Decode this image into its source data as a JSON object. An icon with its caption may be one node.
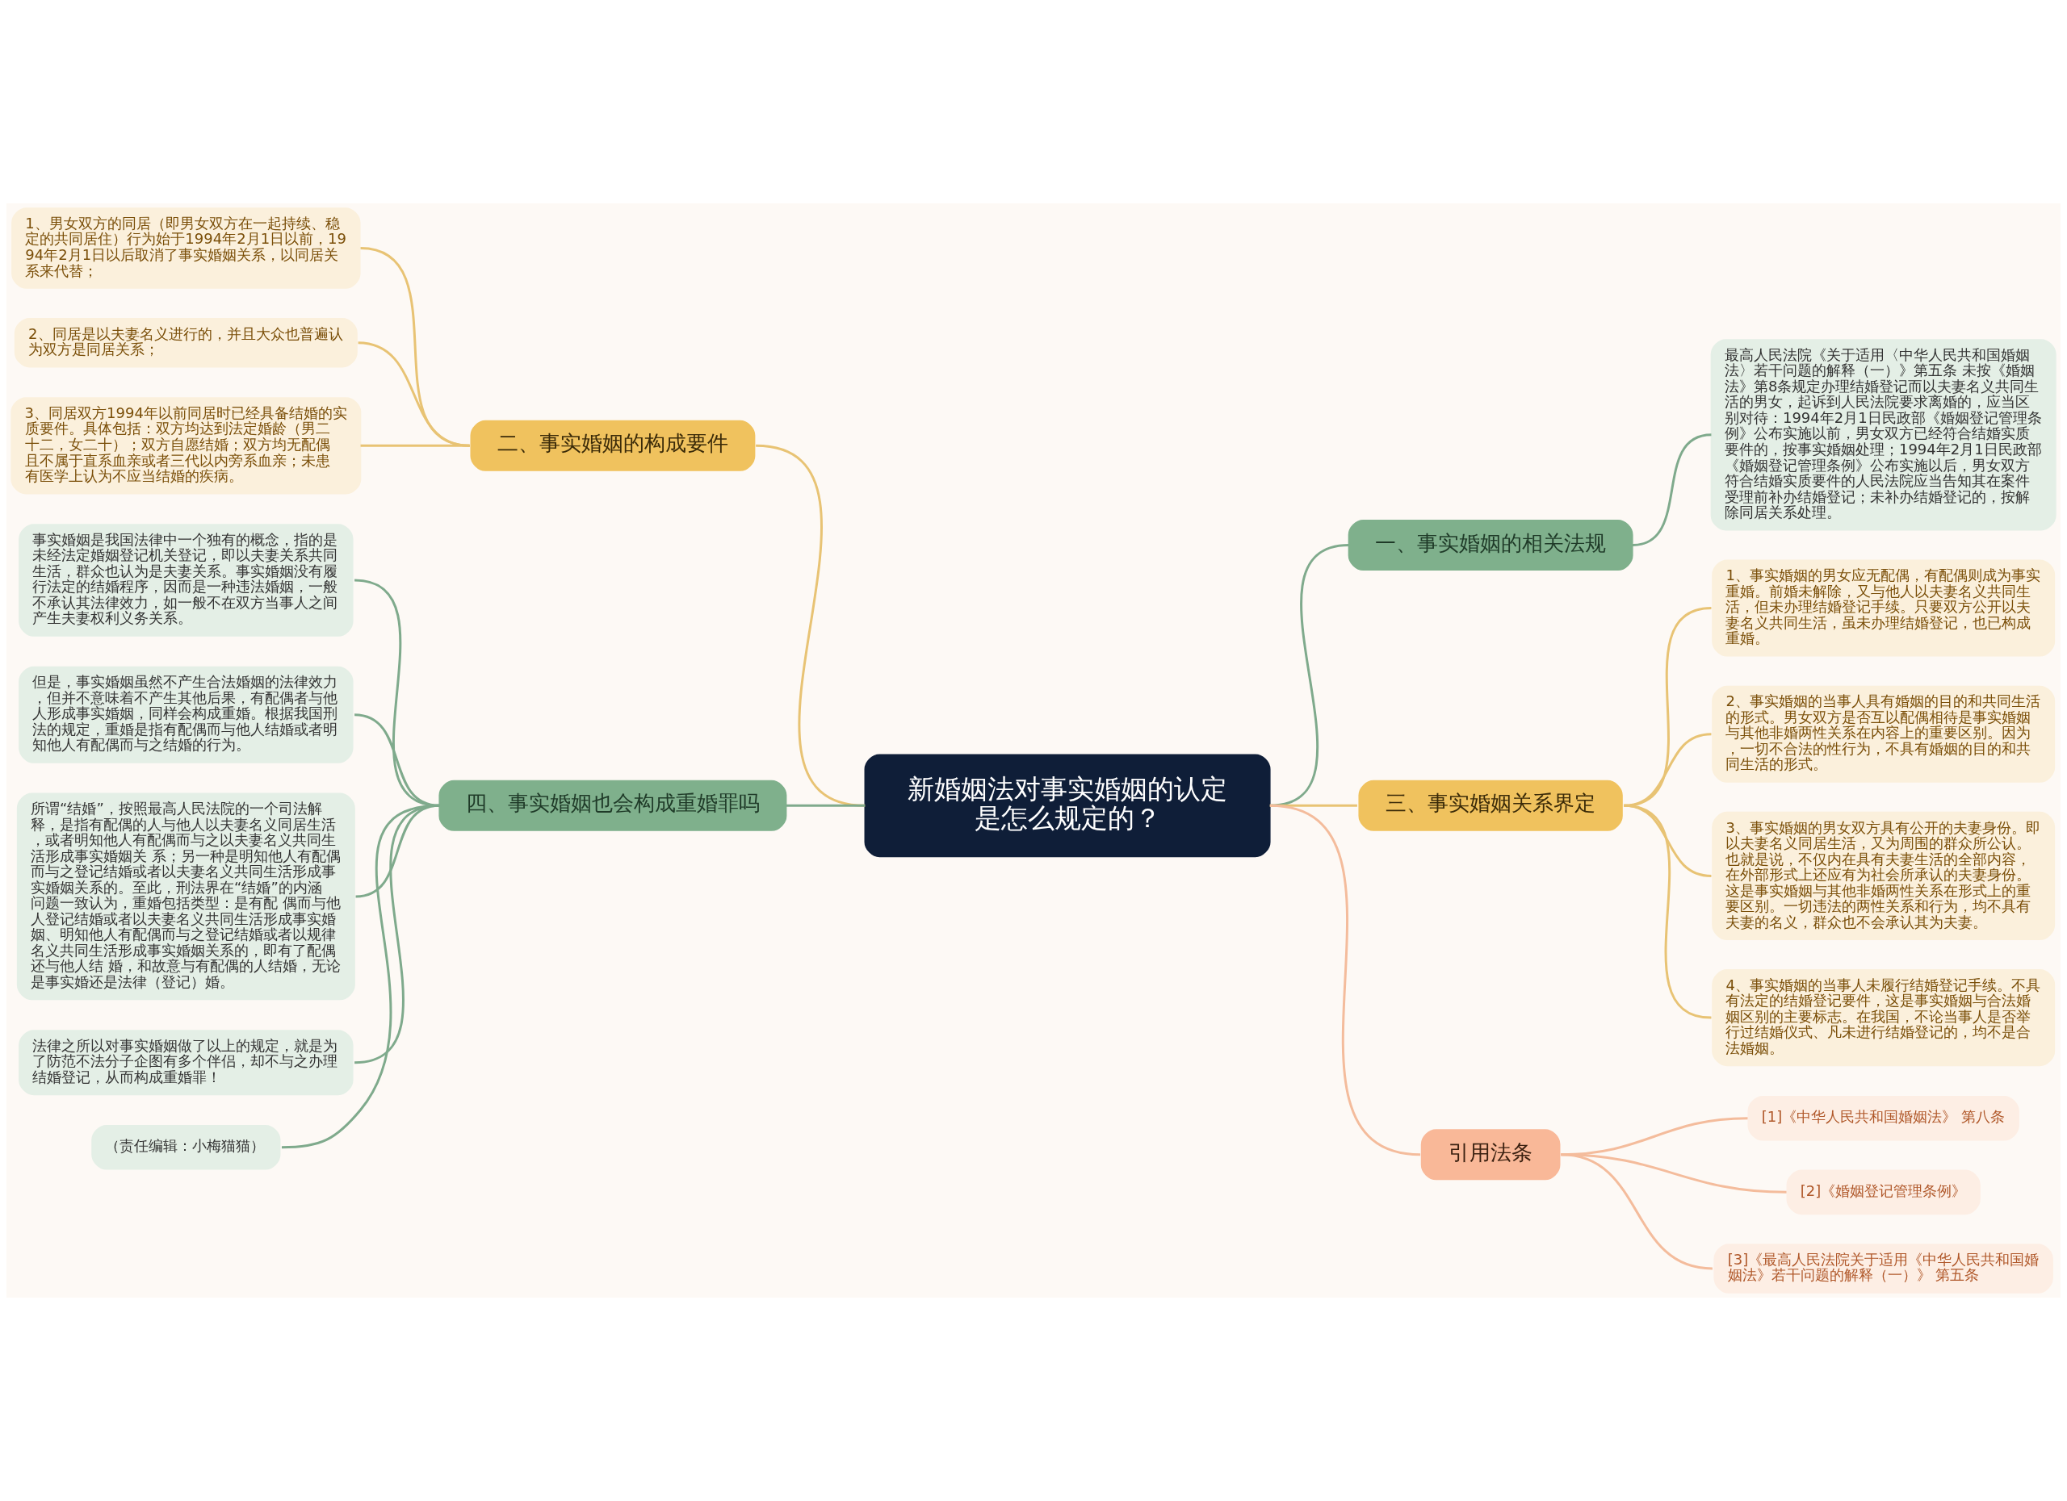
{
  "diagram": {
    "nodes": [
      {
        "text": [
          "新婚姻法对事实婚姻的认定是怎么规定的？"
        ]
      },
      {
        "text": [
          "一、事实婚姻的相关法规"
        ]
      },
      {
        "text": [
          "最高人民法院《关于适用〈中华人民共和国婚姻法〉若干问题的解释（一）》第五条 未按《婚姻法》第8条规定办理结婚登记而以夫妻名义共同生活的男女，起诉到人民法院要求离婚的，应当区别对待：1994年2月1日民政部《婚姻登记管理条例》公布实施以前，男女双方已经符合结婚实质要件的，按事实婚姻处理；1994年2月1日民政部《婚姻登记管理条例》公布实施以后，男女双方符合结婚实质要件的人民法院应当告知其在案件受理前补办结婚登记；未补办结婚登记的，按解除同居关系处理。"
        ]
      },
      {
        "text": [
          "二、事实婚姻的构成要件"
        ]
      },
      {
        "text": [
          "1、男女双方的同居（即男女双方在一起持续、稳定的共同居住）行为始于1994年2月1日以前，1994年2月1日以后取消了事实婚姻关系，以同居关系来代替；"
        ]
      },
      {
        "text": [
          "2、同居是以夫妻名义进行的，并且大众也普遍认为双方是同居关系；"
        ]
      },
      {
        "text": [
          "3、同居双方1994年以前同居时已经具备结婚的实质要件。具体包括：双方均达到法定婚龄（男二十二，女二十）；双方自愿结婚；双方均无配偶且不属于直系血亲或者三代以内旁系血亲；未患有医学上认为不应当结婚的疾病。"
        ]
      },
      {
        "text": [
          "三、事实婚姻关系界定"
        ]
      },
      {
        "text": [
          "1、事实婚姻的男女应无配偶，有配偶则成为事实重婚。前婚未解除，又与他人以夫妻名义共同生活，但未办理结婚登记手续。只要双方公开以夫妻名义共同生活，虽未办理结婚登记，也已构成重婚。"
        ]
      },
      {
        "text": [
          "2、事实婚姻的当事人具有婚姻的目的和共同生活的形式。男女双方是否互以配偶相待是事实婚姻与其他非婚两性关系在内容上的重要区别。因为，一切不合法的性行为，不具有婚姻的目的和共同生活的形式。"
        ]
      },
      {
        "text": [
          "3、事实婚姻的男女双方具有公开的夫妻身份。即以夫妻名义同居生活，又为周围的群众所公认。也就是说，不仅内在具有夫妻生活的全部内容，在外部形式上还应有为社会所承认的夫妻身份。这是事实婚姻与其他非婚两性关系在形式上的重要区别。一切违法的两性关系和行为，均不具有夫妻的名义，群众也不会承认其为夫妻。"
        ]
      },
      {
        "text": [
          "4、事实婚姻的当事人未履行结婚登记手续。不具有法定的结婚登记要件，这是事实婚姻与合法婚姻区别的主要标志。在我国，不论当事人是否举行过结婚仪式、凡未进行结婚登记的，均不是合法婚姻。"
        ]
      },
      {
        "text": [
          "四、事实婚姻也会构成重婚罪吗"
        ]
      },
      {
        "text": [
          "事实婚姻是我国法律中一个独有的概念，指的是未经法定婚姻登记机关登记，即以夫妻关系共同生活，群众也认为是夫妻关系。事实婚姻没有履行法定的结婚程序，因而是一种违法婚姻，一般不承认其法律效力，如一般不在双方当事人之间产生夫妻权利义务关系。"
        ]
      },
      {
        "text": [
          "但是，事实婚姻虽然不产生合法婚姻的法律效力，但并不意味着不产生其他后果，有配偶者与他人形成事实婚姻，同样会构成重婚。根据我国刑法的规定，重婚是指有配偶而与他人结婚或者明知他人有配偶而与之结婚的行为。"
        ]
      },
      {
        "text": [
          "所谓“结婚”，按照最高人民法院的一个司法解释，是指有配偶的人与他人以夫妻名义同居生活，或者明知他人有配偶而与之以夫妻名义共同生活形成事实婚姻关 系；另一种是明知他人有配偶而与之登记结婚或者以夫妻名义共同生活形成事实婚姻关系的。至此，刑法界在“结婚”的内涵问题一致认为，重婚包括类型：是有配 偶而与他人登记结婚或者以夫妻名义共同生活形成事实婚姻、明知他人有配偶而与之登记结婚或者以规律名义共同生活形成事实婚姻关系的，即有了配偶还与他人结 婚，和故意与有配偶的人结婚，无论是事实婚还是法律（登记）婚。"
        ]
      },
      {
        "text": [
          "法律之所以对事实婚姻做了以上的规定，就是为了防范不法分子企图有多个伴侣，却不与之办理结婚登记，从而构成重婚罪！"
        ]
      },
      {
        "text": [
          "（责任编辑：小梅猫猫）"
        ]
      },
      {
        "text": [
          "引用法条"
        ]
      },
      {
        "text": [
          "[1]《中华人民共和国婚姻法》 第八条"
        ]
      },
      {
        "text": [
          "[2]《婚姻登记管理条例》"
        ]
      },
      {
        "text": [
          "[3]《最高人民法院关于适用《中华人民共和国婚姻法》若干问题的解释（一）》 第五条"
        ]
      }
    ],
    "edges": [
      {
        "from": 0,
        "to": 1,
        "arrow": "none",
        "color": "#7faa8c"
      },
      {
        "from": 1,
        "to": 2,
        "arrow": "none",
        "color": "#7faa8c"
      },
      {
        "from": 0,
        "to": 3,
        "arrow": "none",
        "color": "#e8c374"
      },
      {
        "from": 3,
        "to": 4,
        "arrow": "none",
        "color": "#e8c374"
      },
      {
        "from": 3,
        "to": 5,
        "arrow": "none",
        "color": "#e8c374"
      },
      {
        "from": 3,
        "to": 6,
        "arrow": "none",
        "color": "#e8c374"
      },
      {
        "from": 0,
        "to": 7,
        "arrow": "none",
        "color": "#e8c374"
      },
      {
        "from": 7,
        "to": 8,
        "arrow": "none",
        "color": "#e8c374"
      },
      {
        "from": 7,
        "to": 9,
        "arrow": "none",
        "color": "#e8c374"
      },
      {
        "from": 7,
        "to": 10,
        "arrow": "none",
        "color": "#e8c374"
      },
      {
        "from": 7,
        "to": 11,
        "arrow": "none",
        "color": "#e8c374"
      },
      {
        "from": 0,
        "to": 12,
        "arrow": "none",
        "color": "#7faa8c"
      },
      {
        "from": 12,
        "to": 13,
        "arrow": "none",
        "color": "#7faa8c"
      },
      {
        "from": 12,
        "to": 14,
        "arrow": "none",
        "color": "#7faa8c"
      },
      {
        "from": 12,
        "to": 15,
        "arrow": "none",
        "color": "#7faa8c"
      },
      {
        "from": 12,
        "to": 16,
        "arrow": "none",
        "color": "#7faa8c"
      },
      {
        "from": 12,
        "to": 17,
        "arrow": "none",
        "color": "#7faa8c"
      },
      {
        "from": 0,
        "to": 18,
        "arrow": "none",
        "color": "#f4bc9c"
      },
      {
        "from": 18,
        "to": 19,
        "arrow": "none",
        "color": "#f4bc9c"
      },
      {
        "from": 18,
        "to": 20,
        "arrow": "none",
        "color": "#f4bc9c"
      },
      {
        "from": 18,
        "to": 21,
        "arrow": "none",
        "color": "#f4bc9c"
      }
    ]
  }
}
